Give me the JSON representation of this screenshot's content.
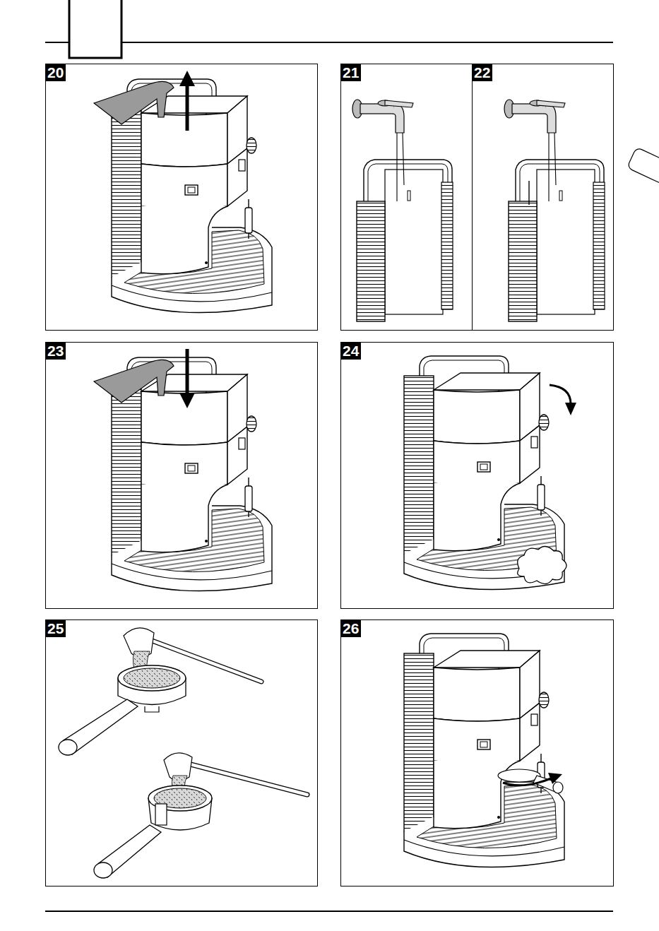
{
  "diagram": {
    "nodes": [
      {
        "text": [
          "20"
        ]
      },
      {
        "text": [
          "21"
        ]
      },
      {
        "text": [
          "22"
        ]
      },
      {
        "text": [
          "23"
        ]
      },
      {
        "text": [
          "24"
        ]
      },
      {
        "text": [
          "25"
        ]
      },
      {
        "text": [
          "26"
        ]
      }
    ]
  }
}
